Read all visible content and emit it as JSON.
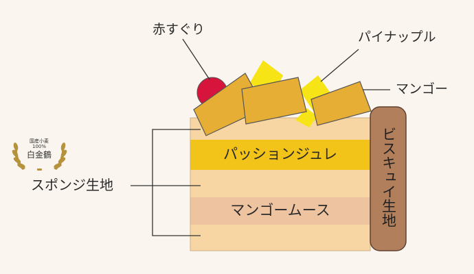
{
  "labels": {
    "red_currant": "赤すぐり",
    "pineapple": "パイナップル",
    "mango": "マンゴー",
    "sponge": "スポンジ生地",
    "biscuit": "ビスキュイ生地"
  },
  "layers": {
    "passion_gelee": "パッションジュレ",
    "mango_mousse": "マンゴームース"
  },
  "badge": {
    "line1": "国産小麦",
    "line2": "100%",
    "line3": "白金鶴"
  },
  "colors": {
    "background": "#faf5ee",
    "sponge": "#f7d6a3",
    "passion_gelee": "#f2c318",
    "mango_mousse": "#eec3a0",
    "mango_cube": "#e7ae36",
    "pineapple": "#f6e417",
    "red_currant": "#d6143c",
    "biscuit": "#b27f5c",
    "outline": "#555555",
    "badge_gold": "#b6923c"
  }
}
